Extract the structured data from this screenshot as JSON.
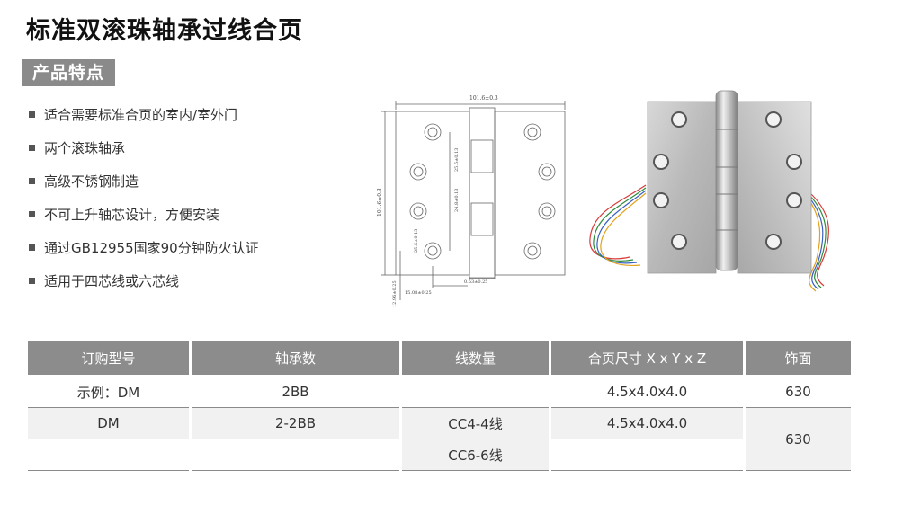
{
  "title": "标准双滚珠轴承过线合页",
  "section_tag": "产品特点",
  "features": [
    "适合需要标准合页的室内/室外门",
    "两个滚珠轴承",
    "高级不锈钢制造",
    "不可上升轴芯设计，方便安装",
    "通过GB12955国家90分钟防火认证",
    "适用于四芯线或六芯线"
  ],
  "drawing": {
    "width_dim": "101.6±0.3",
    "height_dim": "101.6±0.3",
    "dims": [
      "25.5±0.13",
      "24.8±0.13",
      "25.5±0.13",
      "0.53±0.25",
      "15.08±0.25",
      "12.96±0.25"
    ]
  },
  "table": {
    "headers": [
      "订购型号",
      "轴承数",
      "线数量",
      "合页尺寸 X x Y x Z",
      "饰面"
    ],
    "row1": {
      "model": "示例：DM",
      "bearings": "2BB",
      "wires": "",
      "size": "4.5x4.0x4.0",
      "finish": "630"
    },
    "row2": {
      "model": "DM",
      "bearings": "2-2BB",
      "wires_a": "CC4-4线",
      "wires_b": "CC6-6线",
      "size": "4.5x4.0x4.0",
      "finish": "630"
    }
  }
}
